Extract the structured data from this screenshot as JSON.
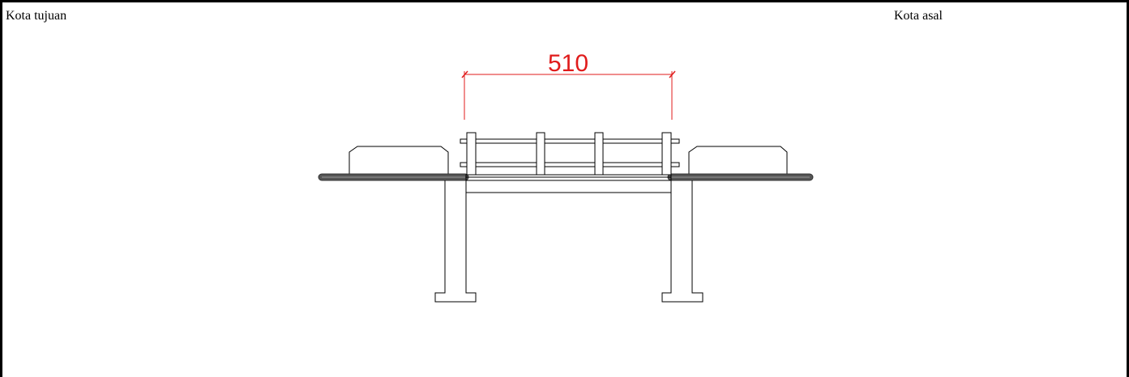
{
  "labels": {
    "destination_city": "Kota tujuan",
    "origin_city": "Kota asal"
  },
  "dimension": {
    "value": "510"
  },
  "colors": {
    "dimension": "#e01b1b",
    "line": "#000000",
    "slab": "#555555"
  }
}
